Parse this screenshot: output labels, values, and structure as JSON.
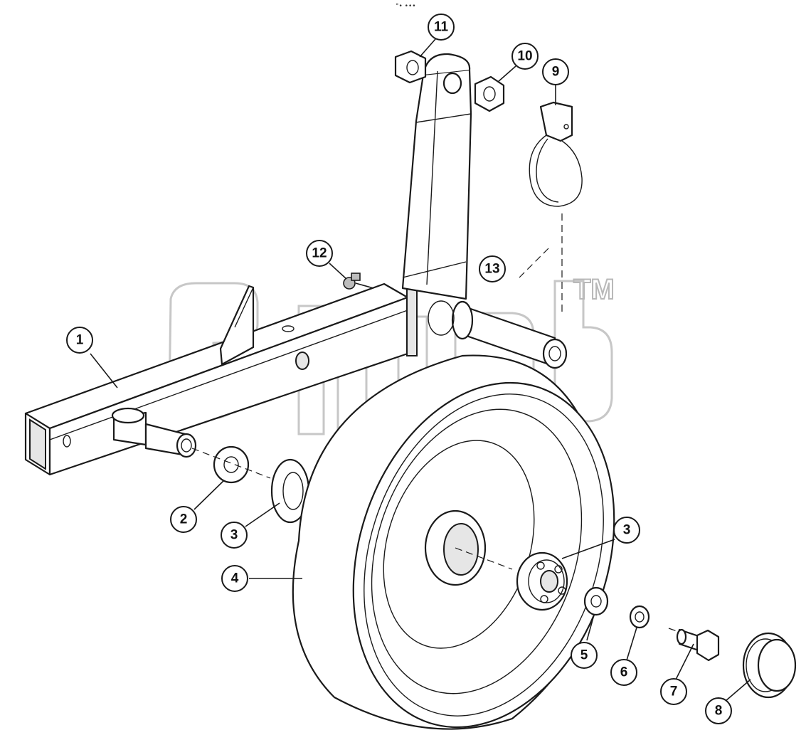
{
  "header": {
    "top_mark": "°• •••"
  },
  "watermark": {
    "tm": "TM"
  },
  "callouts": [
    {
      "id": "c1",
      "label": "1"
    },
    {
      "id": "c2",
      "label": "2"
    },
    {
      "id": "c3a",
      "label": "3"
    },
    {
      "id": "c3b",
      "label": "3"
    },
    {
      "id": "c4",
      "label": "4"
    },
    {
      "id": "c5",
      "label": "5"
    },
    {
      "id": "c6",
      "label": "6"
    },
    {
      "id": "c7",
      "label": "7"
    },
    {
      "id": "c8",
      "label": "8"
    },
    {
      "id": "c9",
      "label": "9"
    },
    {
      "id": "c10",
      "label": "10"
    },
    {
      "id": "c11",
      "label": "11"
    },
    {
      "id": "c12",
      "label": "12"
    },
    {
      "id": "c13",
      "label": "13"
    }
  ],
  "colors": {
    "line": "#1a1a1a",
    "background": "#ffffff",
    "watermark": "#c7c7c7"
  }
}
